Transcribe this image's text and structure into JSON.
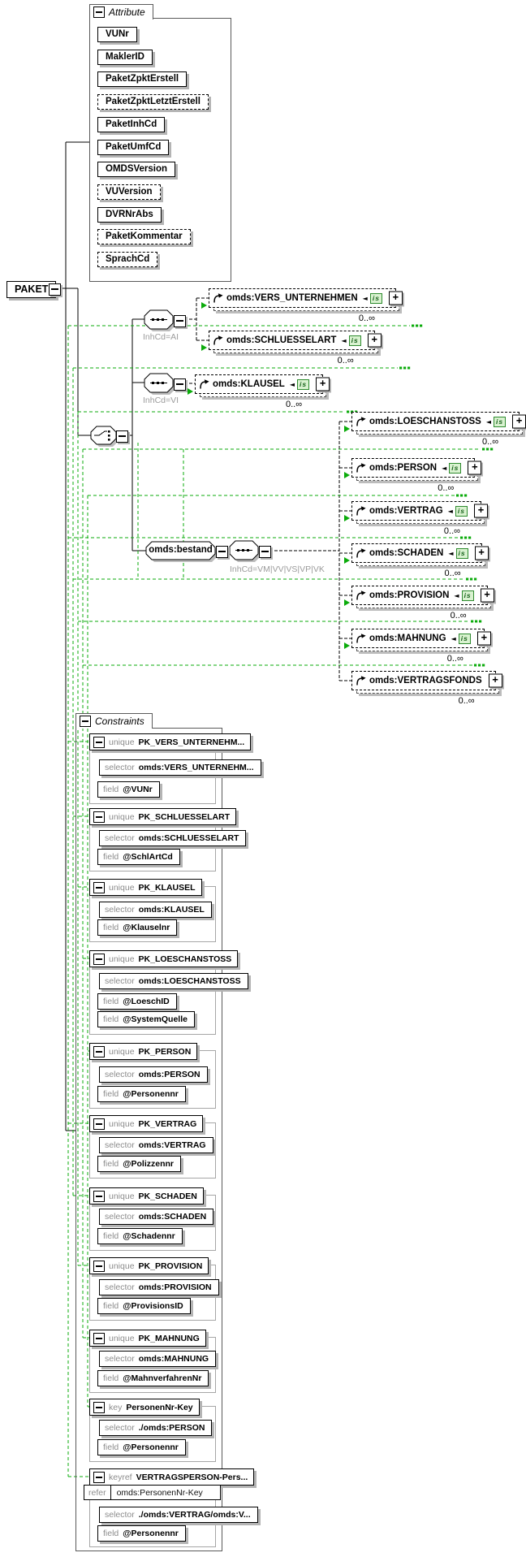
{
  "root_element": {
    "label": "PAKET"
  },
  "attributes_panel": {
    "title": "Attribute",
    "items": [
      {
        "label": "VUNr",
        "required": true
      },
      {
        "label": "MaklerID",
        "required": true
      },
      {
        "label": "PaketZpktErstell",
        "required": true
      },
      {
        "label": "PaketZpktLetztErstell",
        "required": false
      },
      {
        "label": "PaketInhCd",
        "required": true
      },
      {
        "label": "PaketUmfCd",
        "required": true
      },
      {
        "label": "OMDSVersion",
        "required": true
      },
      {
        "label": "VUVersion",
        "required": false
      },
      {
        "label": "DVRNrAbs",
        "required": true
      },
      {
        "label": "PaketKommentar",
        "required": false
      },
      {
        "label": "SprachCd",
        "required": false
      }
    ]
  },
  "content_model": {
    "bestand": {
      "label": "omds:bestand"
    },
    "conditions": [
      "InhCd=AI",
      "InhCd=VI",
      "InhCd=VM|VV|VS|VP|VK"
    ],
    "elements": [
      {
        "label": "omds:VERS_UNTERNEHMEN",
        "occurs": "0..∞",
        "type_badge": "is"
      },
      {
        "label": "omds:SCHLUESSELART",
        "occurs": "0..∞",
        "type_badge": "is"
      },
      {
        "label": "omds:KLAUSEL",
        "occurs": "0..∞",
        "type_badge": "is"
      },
      {
        "label": "omds:LOESCHANSTOSS",
        "occurs": "0..∞",
        "type_badge": "is"
      },
      {
        "label": "omds:PERSON",
        "occurs": "0..∞",
        "type_badge": "is"
      },
      {
        "label": "omds:VERTRAG",
        "occurs": "0..∞",
        "type_badge": "is"
      },
      {
        "label": "omds:SCHADEN",
        "occurs": "0..∞",
        "type_badge": "is"
      },
      {
        "label": "omds:PROVISION",
        "occurs": "0..∞",
        "type_badge": "is"
      },
      {
        "label": "omds:MAHNUNG",
        "occurs": "0..∞",
        "type_badge": "is"
      },
      {
        "label": "omds:VERTRAGSFONDS",
        "occurs": "0..∞",
        "type_badge": null
      }
    ]
  },
  "constraints_panel": {
    "title": "Constraints",
    "items": [
      {
        "kind": "unique",
        "name": "PK_VERS_UNTERNEHM...",
        "selector": "omds:VERS_UNTERNEHM...",
        "fields": [
          "@VUNr"
        ]
      },
      {
        "kind": "unique",
        "name": "PK_SCHLUESSELART",
        "selector": "omds:SCHLUESSELART",
        "fields": [
          "@SchlArtCd"
        ]
      },
      {
        "kind": "unique",
        "name": "PK_KLAUSEL",
        "selector": "omds:KLAUSEL",
        "fields": [
          "@Klauselnr"
        ]
      },
      {
        "kind": "unique",
        "name": "PK_LOESCHANSTOSS",
        "selector": "omds:LOESCHANSTOSS",
        "fields": [
          "@LoeschID",
          "@SystemQuelle"
        ]
      },
      {
        "kind": "unique",
        "name": "PK_PERSON",
        "selector": "omds:PERSON",
        "fields": [
          "@Personennr"
        ]
      },
      {
        "kind": "unique",
        "name": "PK_VERTRAG",
        "selector": "omds:VERTRAG",
        "fields": [
          "@Polizzennr"
        ]
      },
      {
        "kind": "unique",
        "name": "PK_SCHADEN",
        "selector": "omds:SCHADEN",
        "fields": [
          "@Schadennr"
        ]
      },
      {
        "kind": "unique",
        "name": "PK_PROVISION",
        "selector": "omds:PROVISION",
        "fields": [
          "@ProvisionsID"
        ]
      },
      {
        "kind": "unique",
        "name": "PK_MAHNUNG",
        "selector": "omds:MAHNUNG",
        "fields": [
          "@MahnverfahrenNr"
        ]
      },
      {
        "kind": "key",
        "name": "PersonenNr-Key",
        "selector": "./omds:PERSON",
        "fields": [
          "@Personennr"
        ]
      },
      {
        "kind": "keyref",
        "name": "VERTRAGSPERSON-Pers...",
        "refer": "omds:PersonenNr-Key",
        "selector": "./omds:VERTRAG/omds:V...",
        "fields": [
          "@Personennr"
        ]
      }
    ]
  }
}
